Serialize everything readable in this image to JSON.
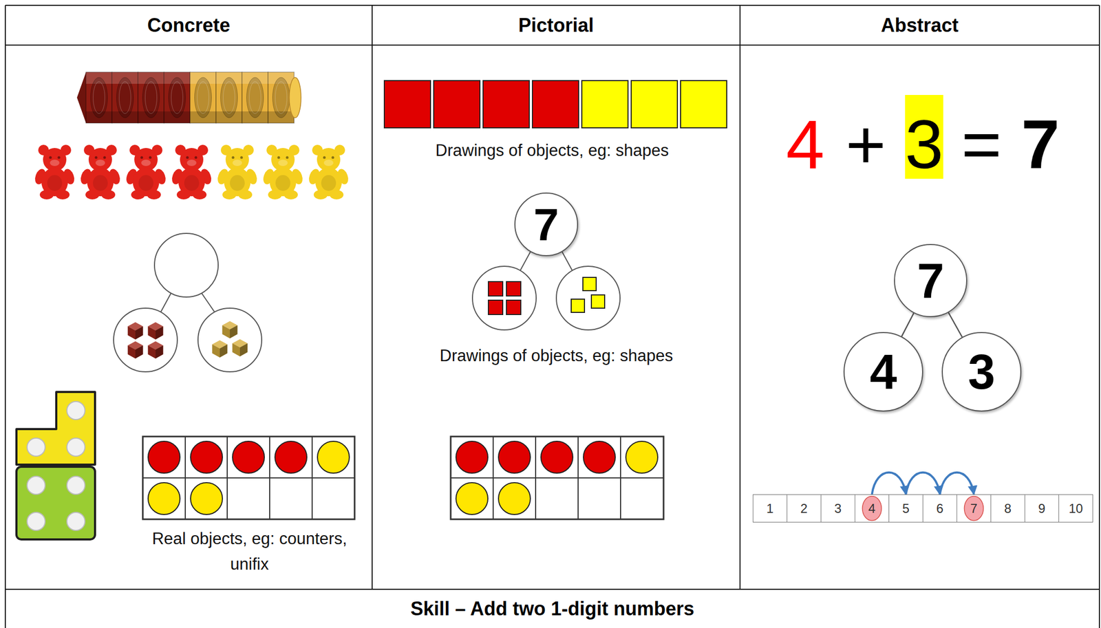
{
  "diagram": {
    "nodes": [
      {
        "text": [
          "Concrete"
        ]
      },
      {
        "text": [
          "Pictorial"
        ]
      },
      {
        "text": [
          "Abstract"
        ]
      },
      {
        "text": [
          "7"
        ]
      },
      {
        "text": [
          "7"
        ]
      },
      {
        "text": [
          "4"
        ]
      },
      {
        "text": [
          "3"
        ]
      },
      {
        "text": [
          "1"
        ]
      },
      {
        "text": [
          "2"
        ]
      },
      {
        "text": [
          "3"
        ]
      },
      {
        "text": [
          "4"
        ]
      },
      {
        "text": [
          "5"
        ]
      },
      {
        "text": [
          "6"
        ]
      },
      {
        "text": [
          "7"
        ]
      },
      {
        "text": [
          "8"
        ]
      },
      {
        "text": [
          "9"
        ]
      },
      {
        "text": [
          "10"
        ]
      },
      {
        "text": [
          "Skill – Add two 1-digit numbers"
        ]
      }
    ],
    "edges": [
      {
        "from": 4,
        "to": 5,
        "arrow": "none"
      },
      {
        "from": 4,
        "to": 6,
        "arrow": "none"
      },
      {
        "from": 10,
        "to": 11,
        "arrow": "to"
      },
      {
        "from": 11,
        "to": 12,
        "arrow": "to"
      },
      {
        "from": 12,
        "to": 13,
        "arrow": "to"
      }
    ],
    "labels": [
      "4",
      "+",
      "3",
      "=",
      "7",
      "Drawings of objects, eg: shapes",
      "Drawings of objects, eg: shapes",
      "Real objects, eg: counters, unifix"
    ]
  }
}
